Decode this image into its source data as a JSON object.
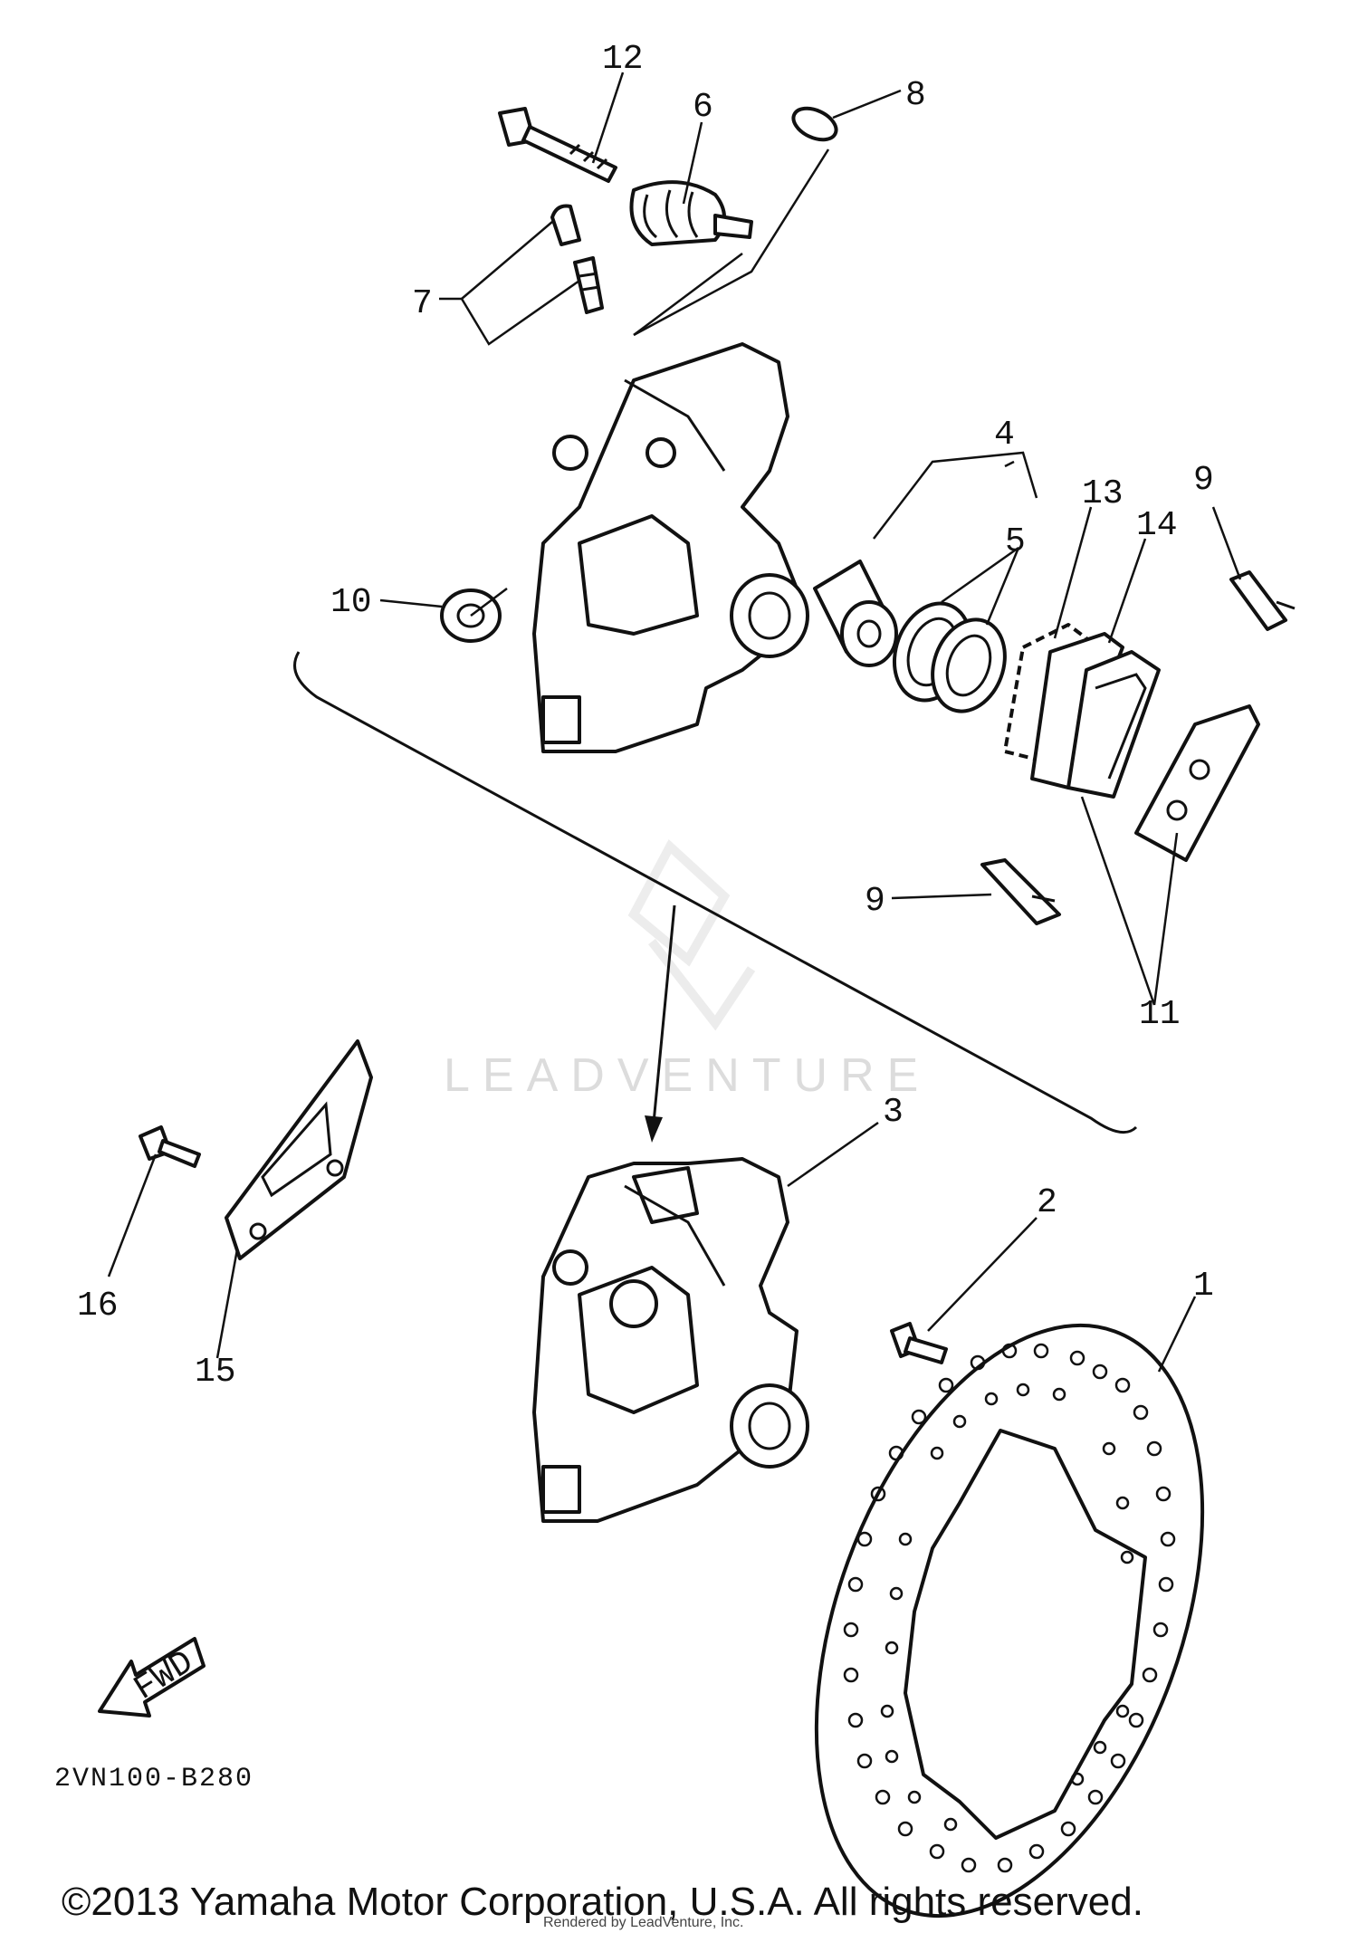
{
  "labels": {
    "l1": "1",
    "l2": "2",
    "l3": "3",
    "l4": "4",
    "l5": "5",
    "l6": "6",
    "l7": "7",
    "l8": "8",
    "l9a": "9",
    "l9b": "9",
    "l10": "10",
    "l11": "11",
    "l12": "12",
    "l13": "13",
    "l14": "14",
    "l15": "15",
    "l16": "16"
  },
  "fwd_label": "FWD",
  "diagram_code": "2VN100-B280",
  "watermark": "LEADVENTURE",
  "copyright": "©2013 Yamaha Motor Corporation, U.S.A. All rights reserved.",
  "rendered_by": "Rendered by LeadVenture, Inc."
}
